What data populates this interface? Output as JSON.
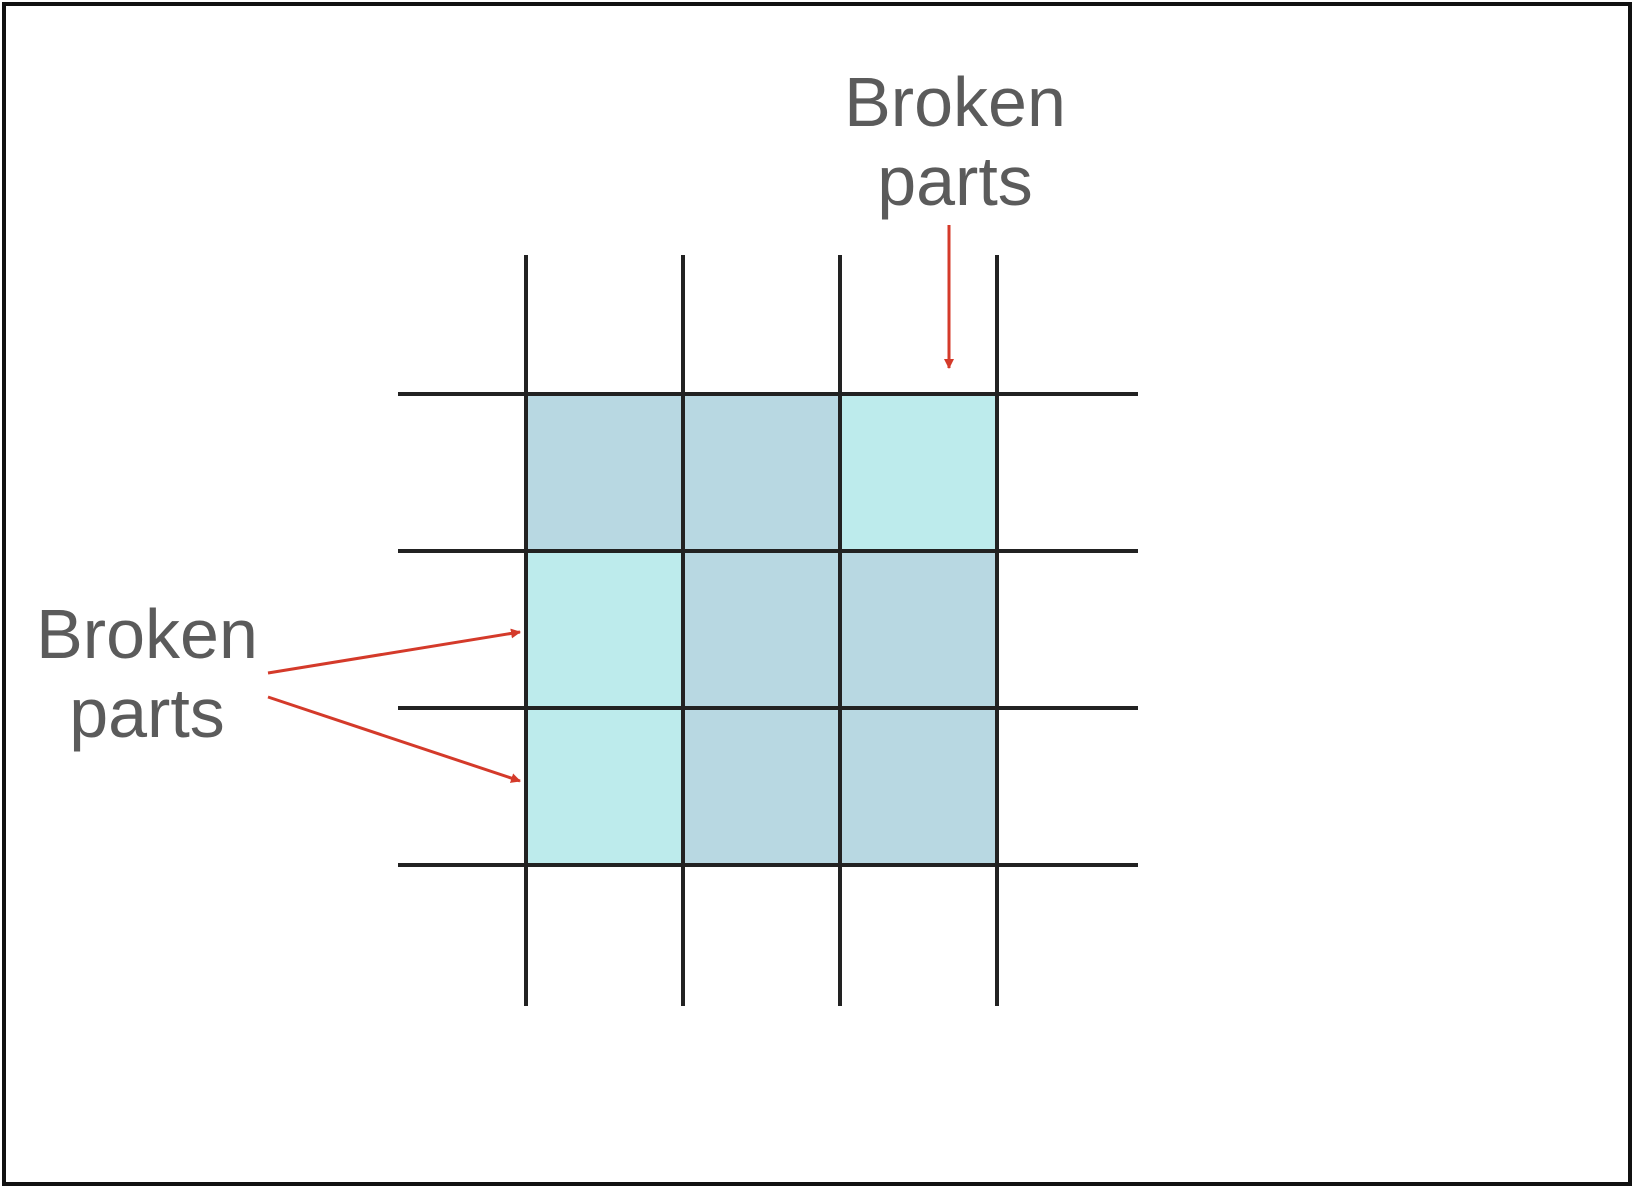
{
  "diagram": {
    "labels": {
      "top": [
        "Broken",
        "parts"
      ],
      "left": [
        "Broken",
        "parts"
      ]
    },
    "grid": {
      "rows": 3,
      "cols": 3,
      "cells": [
        [
          "normal",
          "normal",
          "broken"
        ],
        [
          "broken",
          "normal",
          "normal"
        ],
        [
          "broken",
          "normal",
          "normal"
        ]
      ]
    },
    "colors": {
      "normal": "#b8d8e2",
      "broken": "#bdebec",
      "grid_line": "#222222",
      "arrow": "#d43a2a",
      "frame": "#111111",
      "label": "#5b5b5b"
    }
  }
}
